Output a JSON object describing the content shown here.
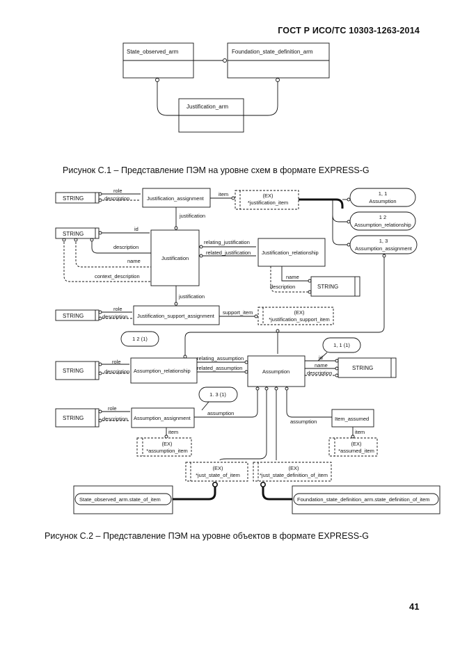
{
  "header": {
    "standard": "ГОСТ Р ИСО/ТС 10303-1263-2014"
  },
  "figure1": {
    "caption": "Рисунок С.1 – Представление ПЭМ на уровне схем в формате EXPRESS-G",
    "boxes": {
      "state_observed_arm": "State_observed_arm",
      "foundation_state_definition_arm": "Foundation_state_definition_arm",
      "justification_arm": "Justification_arm"
    }
  },
  "figure2": {
    "caption": "Рисунок С.2 – Представление ПЭМ на уровне объектов в формате EXPRESS-G",
    "string": "STRING",
    "ex": "(EX)",
    "entities": {
      "justification_assignment": "Justification_assignment",
      "justification": "Justification",
      "justification_relationship": "Justification_relationship",
      "justification_support_assignment": "Justification_support_assignment",
      "assumption_relationship": "Assumption_relationship",
      "assumption": "Assumption",
      "assumption_assignment": "Assumption_assignment",
      "item_assumed": "Item_assumed"
    },
    "selects": {
      "justification_item": "*justification_item",
      "justification_support_item": "*justification_support_item",
      "assumption_item": "*assumption_item",
      "assumed_item": "*assumed_item",
      "just_state_of_item": "*just_state_of_item",
      "just_state_definition_of_item": "*just_state_definition_of_item"
    },
    "refs": {
      "r11": "1, 1",
      "r11_name": "Assumption",
      "r12": "1  2",
      "r12_name": "Assumption_relationship",
      "r13": "1, 3",
      "r13_name": "Assumption_assignment",
      "p12": "1  2 (1)",
      "p111": "1, 1 (1)",
      "p13": "1. 3 (1)"
    },
    "externals": {
      "state_observed": "State_observed_arm.state_of_item",
      "foundation_state": "Foundation_state_definition_arm.state_definition_of_item"
    },
    "labels": {
      "role": "role",
      "description": "description",
      "item": "item",
      "justification": "justification",
      "id": "id",
      "name": "name",
      "context_description": "context_description",
      "relating_justification": "relating_justification",
      "related_justification": "related_justification",
      "support_item": "support_item",
      "relating_assumption": "relating_assumption",
      "related_assumption": "related_assumption",
      "assumption": "assumption"
    }
  },
  "page_number": "41"
}
